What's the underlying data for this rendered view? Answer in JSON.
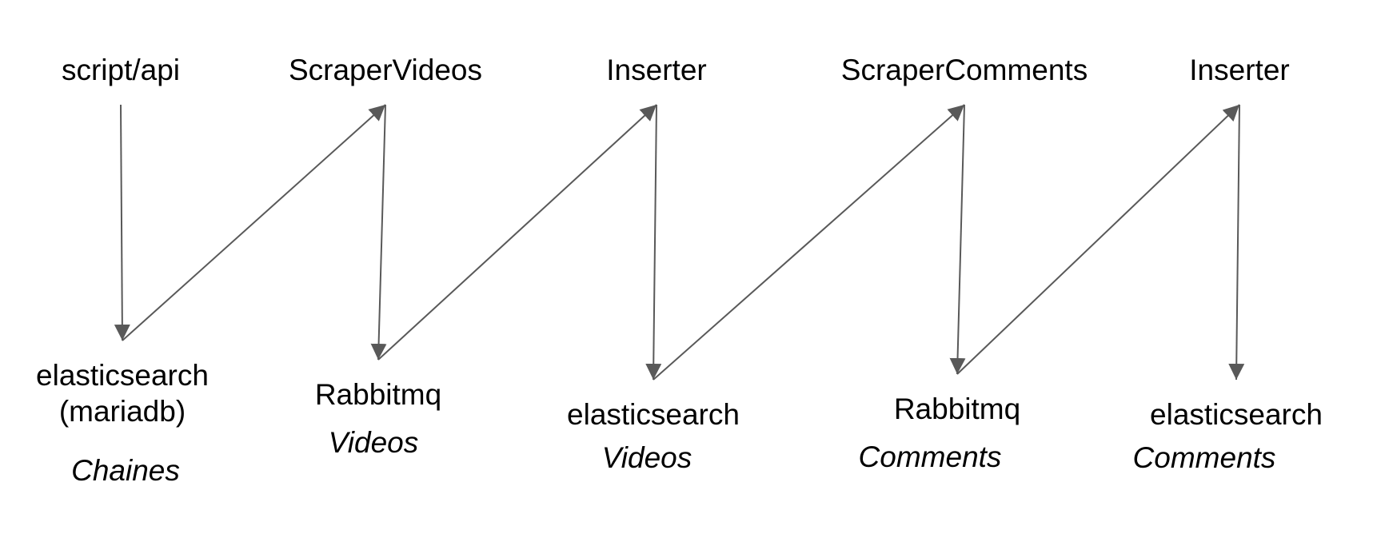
{
  "top_nodes": [
    {
      "label": "script/api"
    },
    {
      "label": "ScraperVideos"
    },
    {
      "label": "Inserter"
    },
    {
      "label": "ScraperComments"
    },
    {
      "label": "Inserter"
    }
  ],
  "bottom_nodes": [
    {
      "label": "elasticsearch",
      "label2": "(mariadb)",
      "sublabel": "Chaines"
    },
    {
      "label": "Rabbitmq",
      "sublabel": "Videos"
    },
    {
      "label": "elasticsearch",
      "sublabel": "Videos"
    },
    {
      "label": "Rabbitmq",
      "sublabel": "Comments"
    },
    {
      "label": "elasticsearch",
      "sublabel": "Comments"
    }
  ],
  "colors": {
    "arrow": "#595959",
    "text": "#000000",
    "background": "#ffffff"
  }
}
